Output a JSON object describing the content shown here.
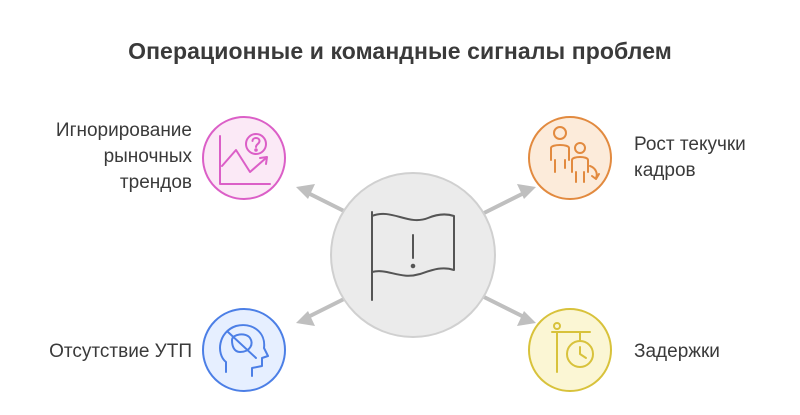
{
  "title": "Операционные и командные сигналы проблем",
  "center": {
    "icon": "flag-warning-icon",
    "color": "#ebebeb"
  },
  "items": [
    {
      "label": [
        "Игнорирование",
        "рыночных",
        "трендов"
      ],
      "icon": "chart-question-icon",
      "color": "#db5fc7",
      "fill": "#fbe9f6"
    },
    {
      "label": [
        "Рост текучки",
        "кадров"
      ],
      "icon": "people-turnover-icon",
      "color": "#e28a3f",
      "fill": "#fcebda"
    },
    {
      "label": [
        "Отсутствие УТП"
      ],
      "icon": "head-no-idea-icon",
      "color": "#4c7fe6",
      "fill": "#e6efff"
    },
    {
      "label": [
        "Задержки"
      ],
      "icon": "clock-delay-icon",
      "color": "#d8c23b",
      "fill": "#fbf6d4"
    }
  ]
}
